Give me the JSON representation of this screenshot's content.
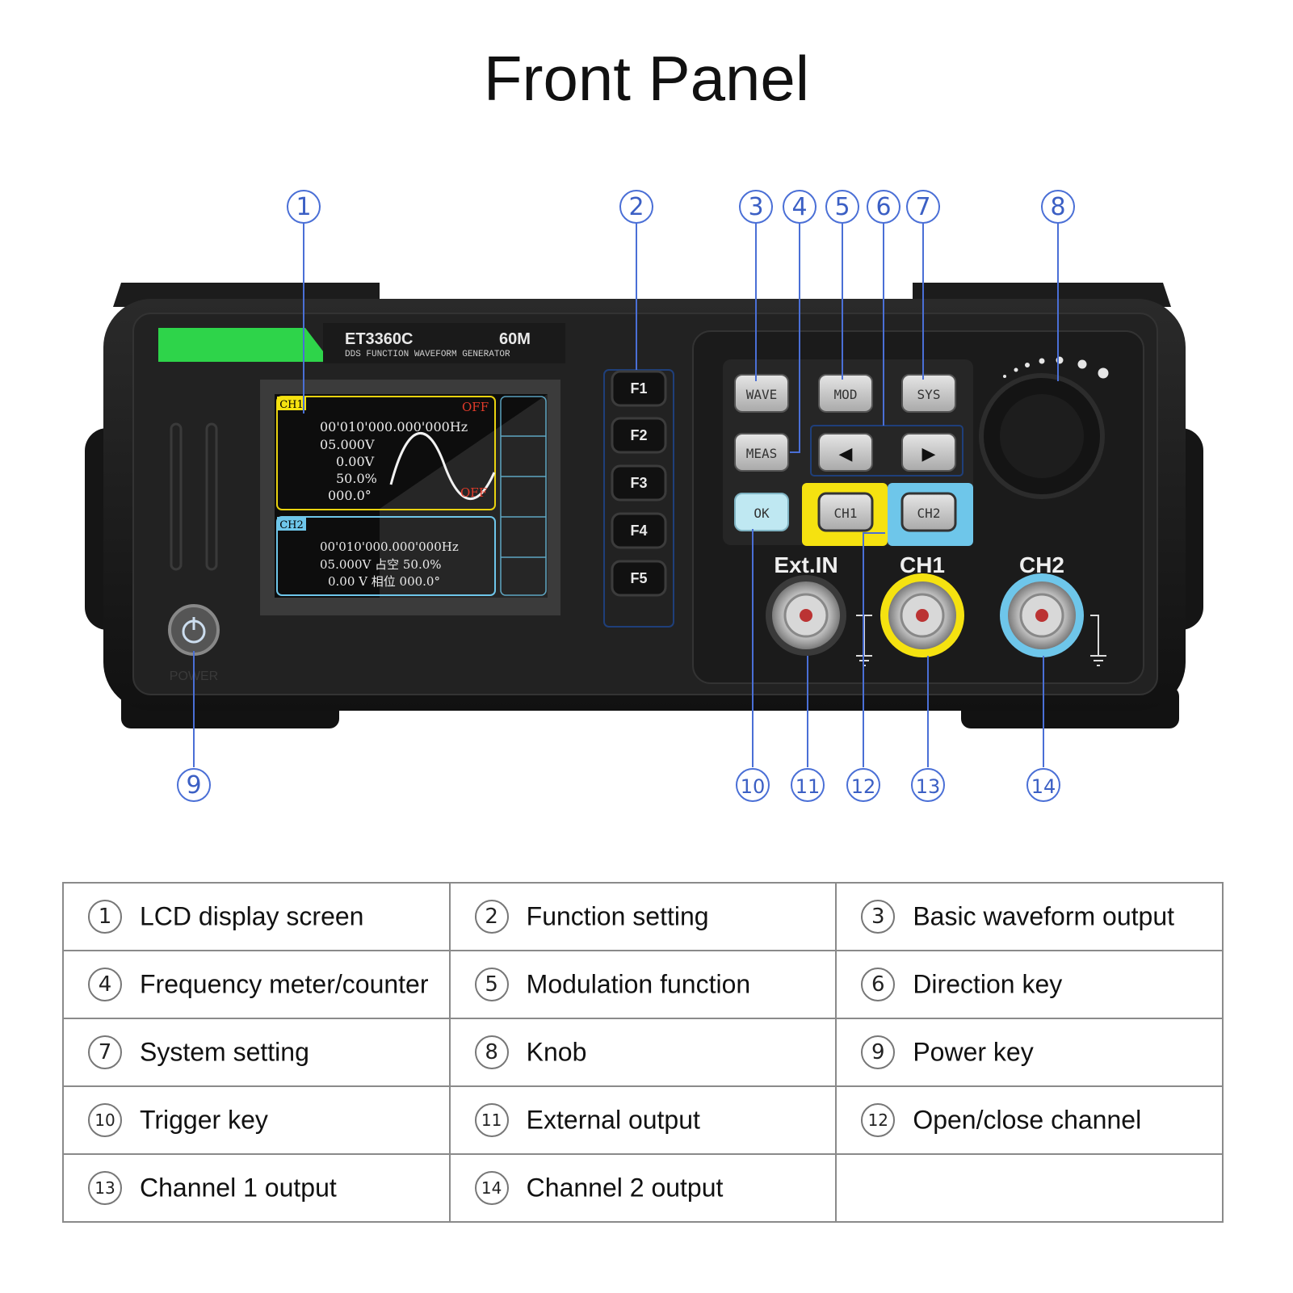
{
  "title": "Front Panel",
  "device": {
    "model": "ET3360C",
    "bandwidth": "60M",
    "subtitle": "DDS FUNCTION WAVEFORM GENERATOR",
    "power_label": "POWER",
    "lcd": {
      "ch1_tag": "CH1",
      "ch1_state": "OFF",
      "ch1_state2": "OFF",
      "ch1_freq": "00'010'000.000'000Hz",
      "ch1_amp": "05.000V",
      "ch1_offset": "0.00V",
      "ch1_duty": "50.0%",
      "ch1_phase": "000.0°",
      "ch2_tag": "CH2",
      "ch2_freq": "00'010'000.000'000Hz",
      "ch2_row1": "05.000V   占空  50.0%",
      "ch2_row2": "0.00 V   相位  000.0°"
    },
    "fkeys": [
      "F1",
      "F2",
      "F3",
      "F4",
      "F5"
    ],
    "keys": {
      "wave": "WAVE",
      "mod": "MOD",
      "sys": "SYS",
      "meas": "MEAS",
      "left": "◀",
      "right": "▶",
      "ok": "OK",
      "ch1": "CH1",
      "ch2": "CH2"
    },
    "connectors": {
      "ext_in": "Ext.IN",
      "ch1": "CH1",
      "ch2": "CH2"
    }
  },
  "callouts": [
    "1",
    "2",
    "3",
    "4",
    "5",
    "6",
    "7",
    "8",
    "9",
    "10",
    "11",
    "12",
    "13",
    "14"
  ],
  "legend": [
    [
      {
        "num": "1",
        "text": "LCD display screen"
      },
      {
        "num": "2",
        "text": "Function setting"
      },
      {
        "num": "3",
        "text": "Basic waveform output"
      }
    ],
    [
      {
        "num": "4",
        "text": "Frequency meter/counter"
      },
      {
        "num": "5",
        "text": "Modulation function"
      },
      {
        "num": "6",
        "text": "Direction key"
      }
    ],
    [
      {
        "num": "7",
        "text": "System setting"
      },
      {
        "num": "8",
        "text": "Knob"
      },
      {
        "num": "9",
        "text": "Power key"
      }
    ],
    [
      {
        "num": "10",
        "text": "Trigger key"
      },
      {
        "num": "11",
        "text": "External output"
      },
      {
        "num": "12",
        "text": "Open/close channel"
      }
    ],
    [
      {
        "num": "13",
        "text": "Channel 1 output"
      },
      {
        "num": "14",
        "text": "Channel 2 output"
      },
      {
        "num": "",
        "text": ""
      }
    ]
  ],
  "colors": {
    "callout": "#4a6fd6",
    "ch1_yellow": "#f5e210",
    "ch2_cyan": "#6ec6ea",
    "brand_green": "#2ed44a",
    "body": "#1a1a1a"
  }
}
